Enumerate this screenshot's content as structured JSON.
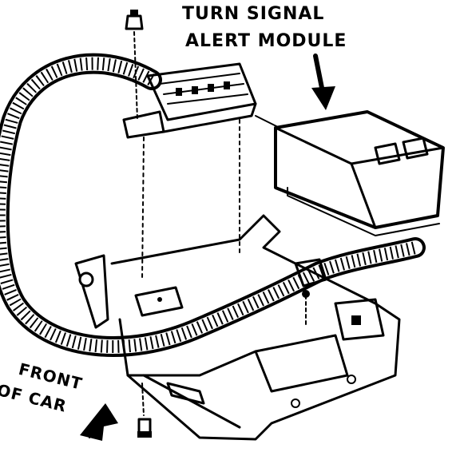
{
  "labels": {
    "module_line1": "TURN SIGNAL",
    "module_line2": "ALERT MODULE",
    "front_line1": "FRONT",
    "front_line2": "OF CAR"
  },
  "colors": {
    "ink": "#000000",
    "paper": "#ffffff"
  }
}
